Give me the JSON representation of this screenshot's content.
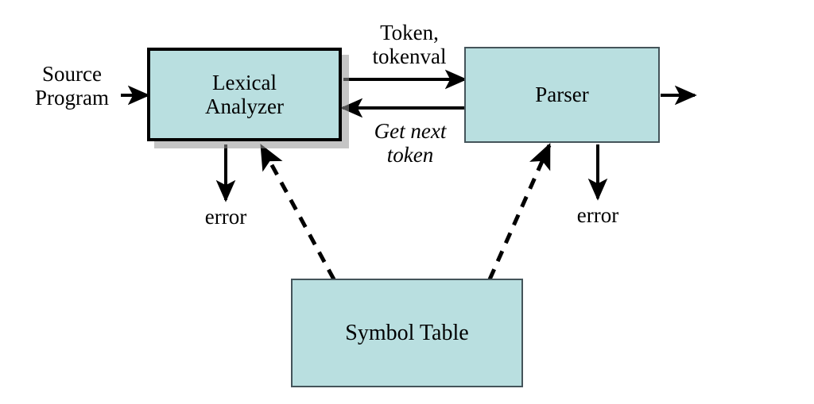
{
  "diagram": {
    "title": "Lexical Analyzer and Parser Interaction",
    "colors": {
      "box_fill": "#b9dfe0",
      "thick_border": "#000000",
      "thin_border": "#44545a",
      "shadow": "#969696",
      "line": "#000000",
      "text": "#000000",
      "background": "#ffffff"
    },
    "nodes": {
      "lexical_analyzer": {
        "label": "Lexical\nAnalyzer"
      },
      "parser": {
        "label": "Parser"
      },
      "symbol_table": {
        "label": "Symbol Table"
      }
    },
    "labels": {
      "source_program": "Source\nProgram",
      "token_tokenval": "Token,\ntokenval",
      "get_next_token": "Get next\ntoken",
      "error_left": "error",
      "error_right": "error"
    }
  }
}
